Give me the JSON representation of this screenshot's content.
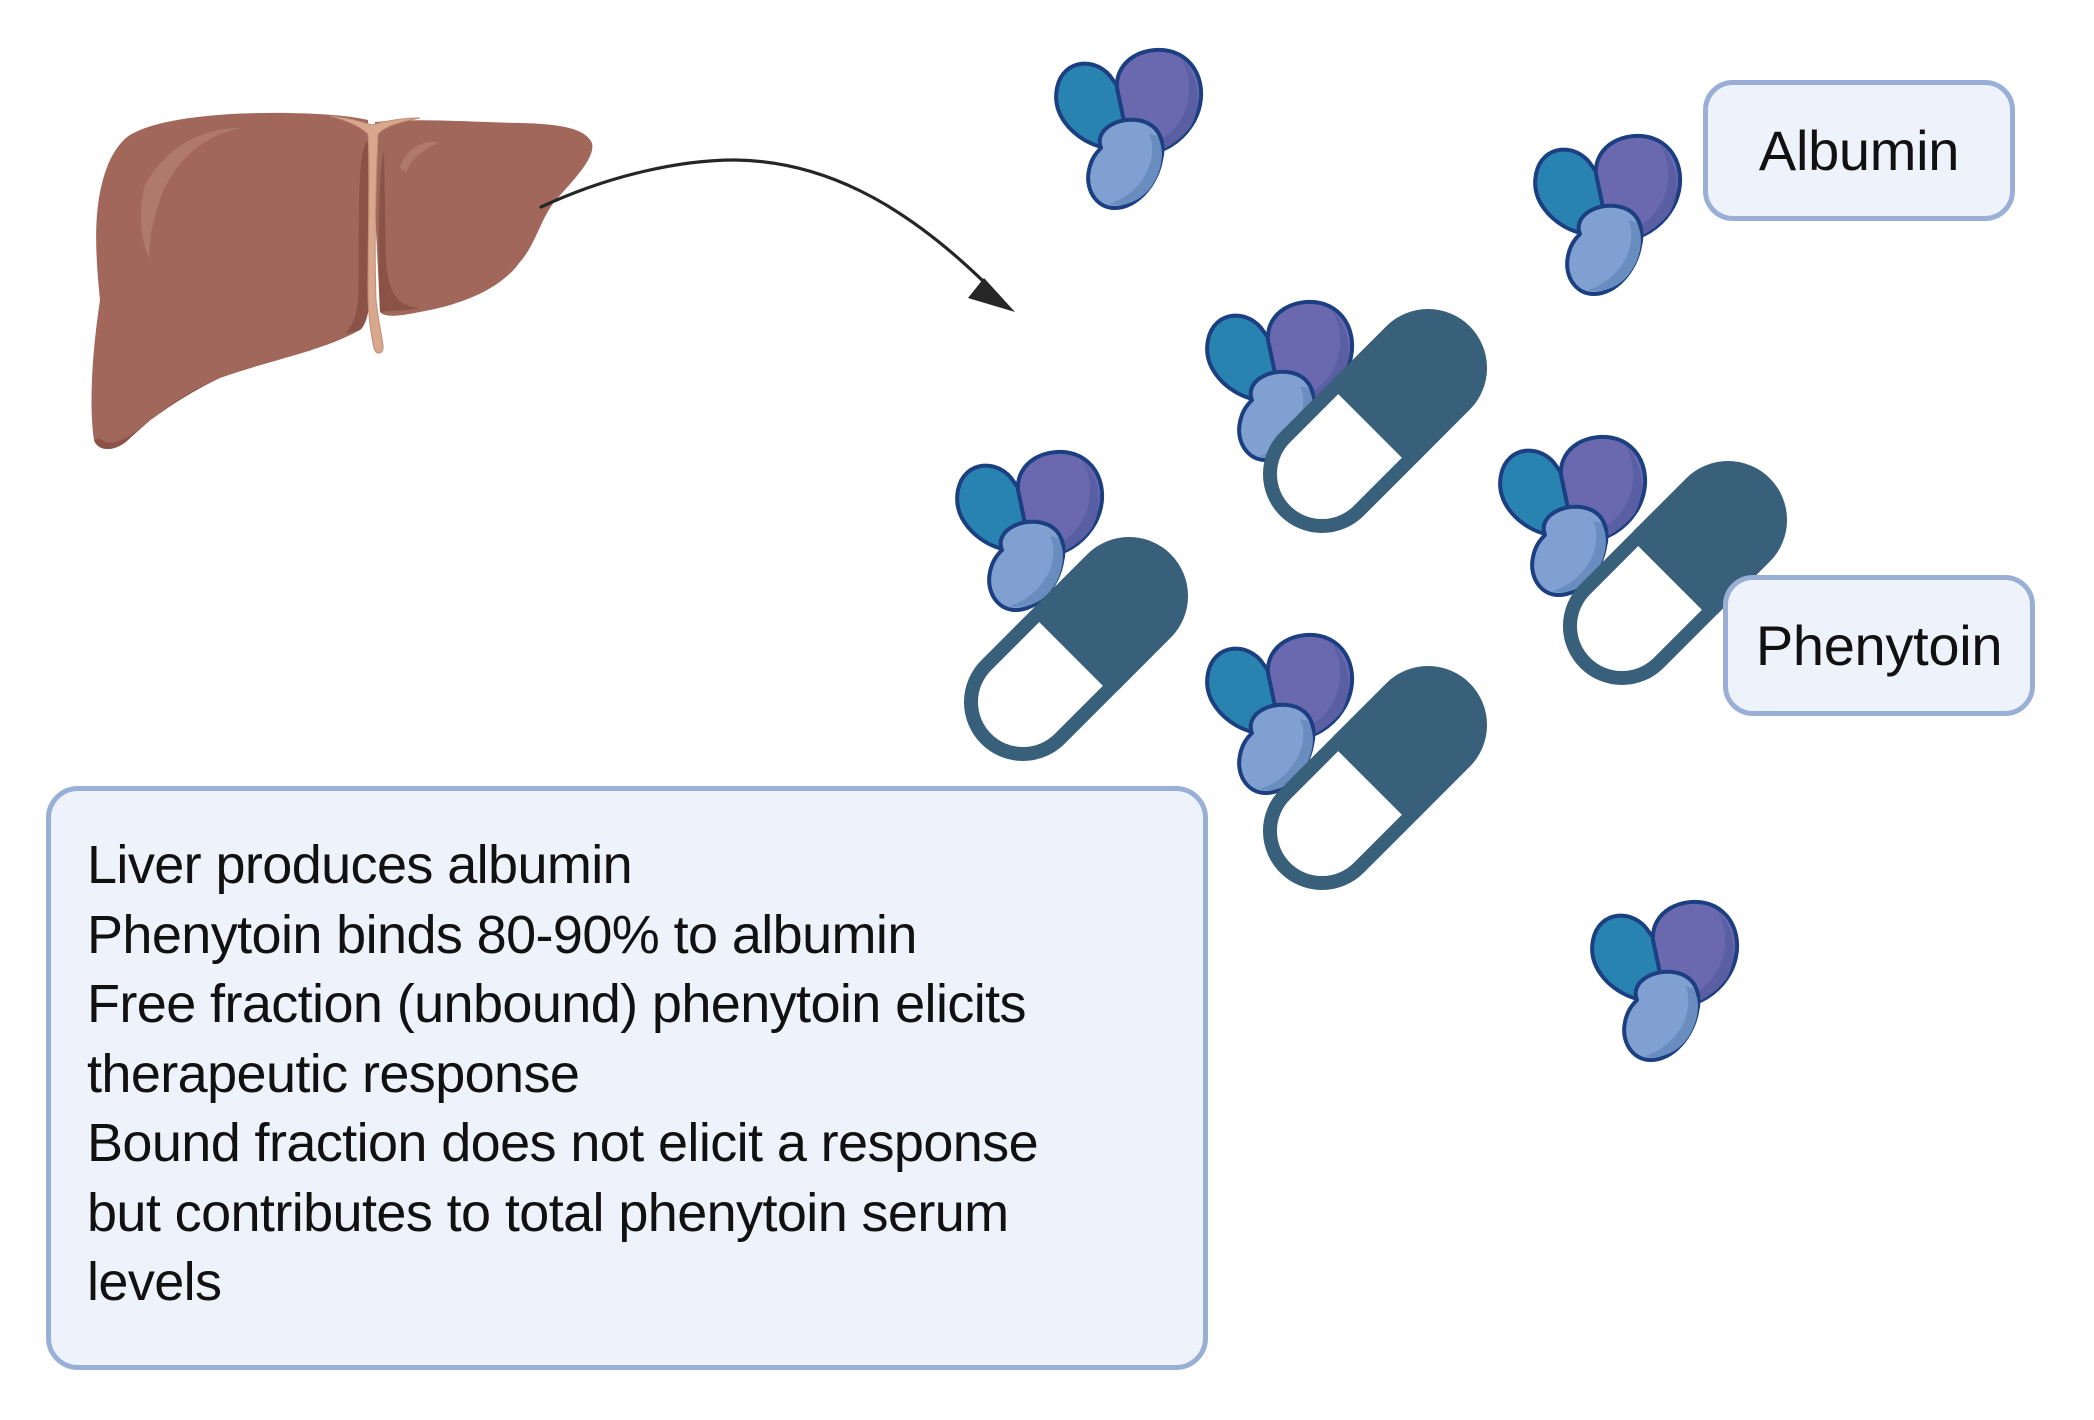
{
  "labels": {
    "albumin": "Albumin",
    "phenytoin": "Phenytoin"
  },
  "info_box": {
    "lines": [
      "Liver produces albumin",
      "Phenytoin binds 80-90% to albumin",
      "Free fraction (unbound) phenytoin elicits",
      "therapeutic response",
      "Bound fraction does not elicit a response",
      "but contributes to total phenytoin serum",
      "levels"
    ]
  },
  "icons": {
    "organ": "liver-icon",
    "protein": "albumin-molecule-icon",
    "drug": "phenytoin-capsule-icon",
    "connector": "curved-arrow-icon"
  },
  "colors": {
    "liver": "#A1675B",
    "liver_shadow": "#8B5347",
    "liver_highlight": "#B27D72",
    "ligament": "#D8A78D",
    "albumin_teal": "#2883B0",
    "albumin_purple": "#6A69B0",
    "albumin_light": "#7FA0D0",
    "albumin_outline": "#1B3F80",
    "capsule": "#38607A",
    "arrow": "#262626",
    "box_fill": "#EEF3FB",
    "box_border": "#9AAFD6"
  }
}
